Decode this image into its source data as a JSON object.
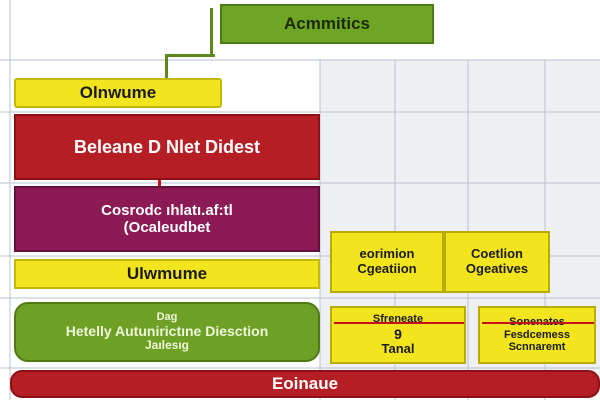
{
  "diagram": {
    "top_box": {
      "label": "Acmmitics",
      "color": "#6ea524"
    },
    "row1": {
      "label": "Olnwume",
      "color": "#f2e51d"
    },
    "row2": {
      "label": "Beleane D Nlet Didest",
      "color": "#b51e24"
    },
    "row3": {
      "line1": "Cosrodc ıhlatı.af:tl",
      "line2": "(Ocaleudbet",
      "color": "#8c1a55"
    },
    "row4": {
      "label": "Ulwmume",
      "color": "#f2e51d"
    },
    "row5": {
      "line1": "Dag",
      "line2": "Hetelly Autunirictıne Diesction",
      "line3": "Jaılesıg",
      "color": "#6fa026"
    },
    "bottom_bar": {
      "label": "Eoinaue",
      "color": "#b51e24"
    },
    "right_boxes": [
      {
        "line1": "eorimion",
        "line2": "Cgeatiion"
      },
      {
        "line1": "Coetlion",
        "line2": "Ogeatives"
      }
    ],
    "bottom_right_boxes": [
      {
        "line1": "Sfreneate",
        "line2": "9",
        "line3": "Tanal"
      },
      {
        "line1": "Sonenates",
        "line2": "Fesdcemess",
        "line3": "Scnnaremt"
      }
    ]
  }
}
